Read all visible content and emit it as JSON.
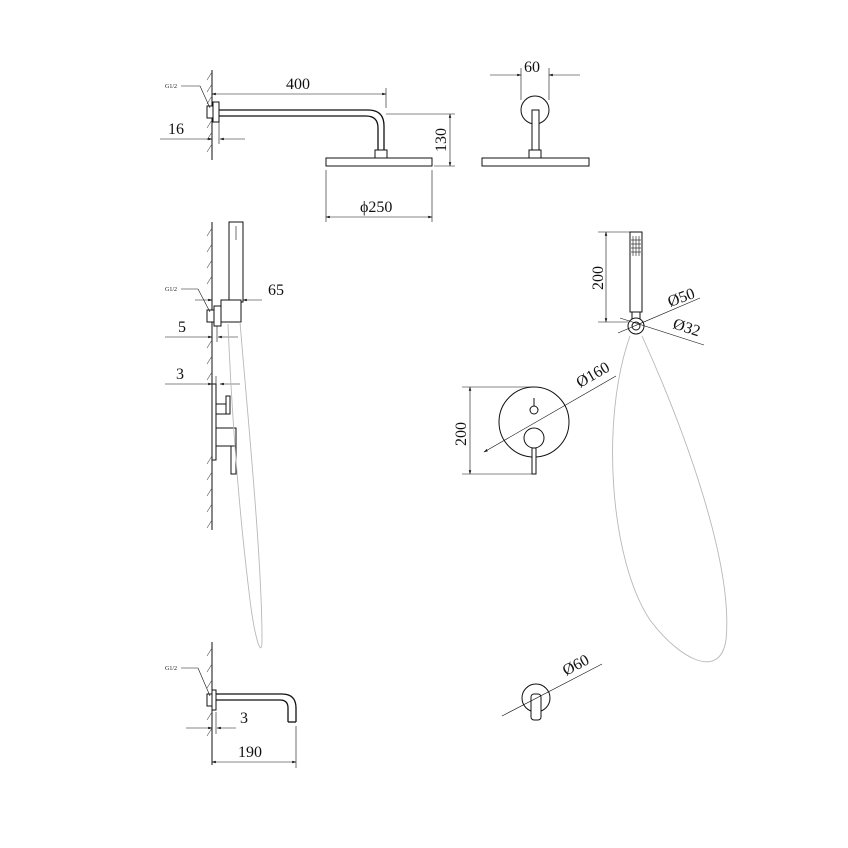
{
  "labels": {
    "thread_top": "G1/2",
    "thread_mid": "G1/2",
    "thread_bottom": "G1/2",
    "arm_length": "400",
    "wall_offset_top": "16",
    "drop_height": "130",
    "head_diameter": "ϕ250",
    "flange_width": "60",
    "holder_offset": "65",
    "outlet_offset": "5",
    "valve_depth": "3",
    "hand_shower_length": "200",
    "holder_diameter_outer": "Ø50",
    "holder_diameter_inner": "Ø32",
    "valve_plate_diameter": "Ø160",
    "valve_plate_height": "200",
    "spout_depth": "3",
    "spout_length": "190",
    "spout_flange_diameter": "Ø60"
  }
}
